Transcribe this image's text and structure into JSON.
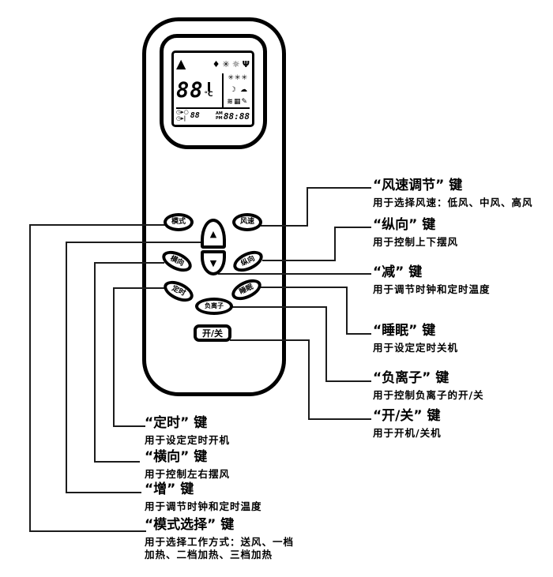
{
  "colors": {
    "ink": "#000000",
    "line": "#1c1c1c",
    "background": "#ffffff"
  },
  "remote": {
    "lcd": {
      "top_icons": [
        {
          "name": "heat-mode-icon",
          "glyph": "▲"
        },
        {
          "name": "water-drop-icon",
          "glyph": "♦"
        },
        {
          "name": "fan-icon",
          "glyph": "✳"
        },
        {
          "name": "sun-icon",
          "glyph": "☼"
        },
        {
          "name": "signal-icon",
          "glyph": "Ψ"
        }
      ],
      "temperature": {
        "digits": "88",
        "unit": "°C"
      },
      "mode_zone": {
        "fan_speed_icons": "✳✳✳",
        "moon_cloud": "☽ ☁",
        "swing_row": "≋▦✎"
      },
      "timer_zone": {
        "clock_on": "◷▸○",
        "clock_off": "◷▸|",
        "digits": "88"
      },
      "clock_zone": {
        "am": "AM",
        "pm": "PM",
        "digits": "88:88"
      }
    },
    "buttons": {
      "mode": "模式",
      "fan_speed": "风速",
      "up": "▲",
      "down": "▼",
      "horizontal": "横向",
      "vertical": "纵向",
      "timer": "定时",
      "sleep": "睡眠",
      "anion": "负离子",
      "power": "开/关"
    }
  },
  "labels": {
    "right": [
      {
        "title": "“风速调节” 键",
        "desc": "用于选择风速：低风、中风、高风"
      },
      {
        "title": "“纵向” 键",
        "desc": "用于控制上下摆风"
      },
      {
        "title": "“减” 键",
        "desc": "用于调节时钟和定时温度"
      },
      {
        "title": "“睡眠” 键",
        "desc": "用于设定定时关机"
      },
      {
        "title": "“负离子” 键",
        "desc": "用于控制负离子的开/关"
      },
      {
        "title": "“开/关” 键",
        "desc": "用于开机/关机"
      }
    ],
    "left": [
      {
        "title": "“定时” 键",
        "desc": "用于设定定时开机"
      },
      {
        "title": "“横向” 键",
        "desc": "用于控制左右摆风"
      },
      {
        "title": "“增” 键",
        "desc": "用于调节时钟和定时温度"
      },
      {
        "title": "“模式选择” 键",
        "desc": "用于选择工作方式：送风、一档加热、二档加热、三档加热"
      }
    ]
  }
}
